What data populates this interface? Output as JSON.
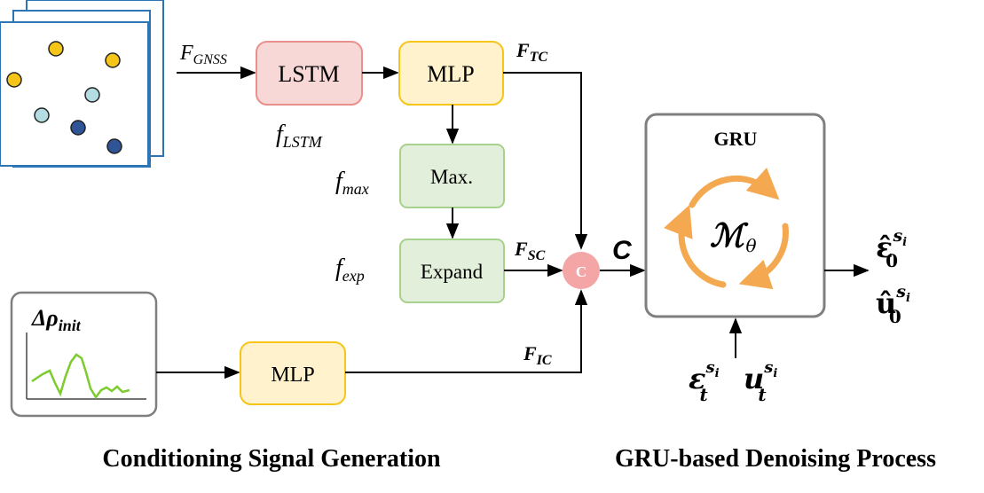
{
  "inputs": {
    "gnss_label": "F",
    "gnss_sub": "GNSS",
    "rho_label": "Δρ",
    "rho_sub": "init"
  },
  "blocks": {
    "lstm": "LSTM",
    "mlp_top": "MLP",
    "max": "Max.",
    "expand": "Expand",
    "mlp_bottom": "MLP",
    "concat": "C",
    "gru_title": "GRU",
    "model_symbol": "ℳ",
    "model_sub": "θ"
  },
  "labels": {
    "f_lstm": "f",
    "f_lstm_sub": "LSTM",
    "f_max": "f",
    "f_max_sub": "max",
    "f_exp": "f",
    "f_exp_sub": "exp",
    "F_tc": "F",
    "F_tc_sub": "TC",
    "F_sc": "F",
    "F_sc_sub": "SC",
    "F_ic": "F",
    "F_ic_sub": "IC",
    "C": "C"
  },
  "noise_inputs": {
    "eps": "ε",
    "eps_sub": "t",
    "eps_sup": "s",
    "u": "u",
    "u_sub": "t",
    "u_sup": "s",
    "sup_sub": "i"
  },
  "outputs": {
    "eps_hat": "ε̂",
    "eps_hat_sub": "0",
    "eps_hat_sup": "s",
    "u_hat": "û",
    "u_hat_sub": "0",
    "u_hat_sup": "s",
    "sup_sub": "i"
  },
  "captions": {
    "left": "Conditioning Signal Generation",
    "right": "GRU-based Denoising Process"
  },
  "colors": {
    "lstm_fill": "#f8d7d7",
    "lstm_stroke": "#e8908c",
    "mlp_fill": "#fff2cc",
    "mlp_stroke": "#f5c518",
    "green_fill": "#e2efda",
    "green_stroke": "#a9d18e",
    "concat_fill": "#f4a6a6",
    "cycle": "#f4a950",
    "gru_stroke": "#7f7f7f",
    "frame_stroke": "#2e75b6",
    "signal": "#7ccc2e",
    "dot_yellow": "#f5c518",
    "dot_light_blue": "#b4dde3",
    "dot_dark_blue": "#2f5597"
  }
}
